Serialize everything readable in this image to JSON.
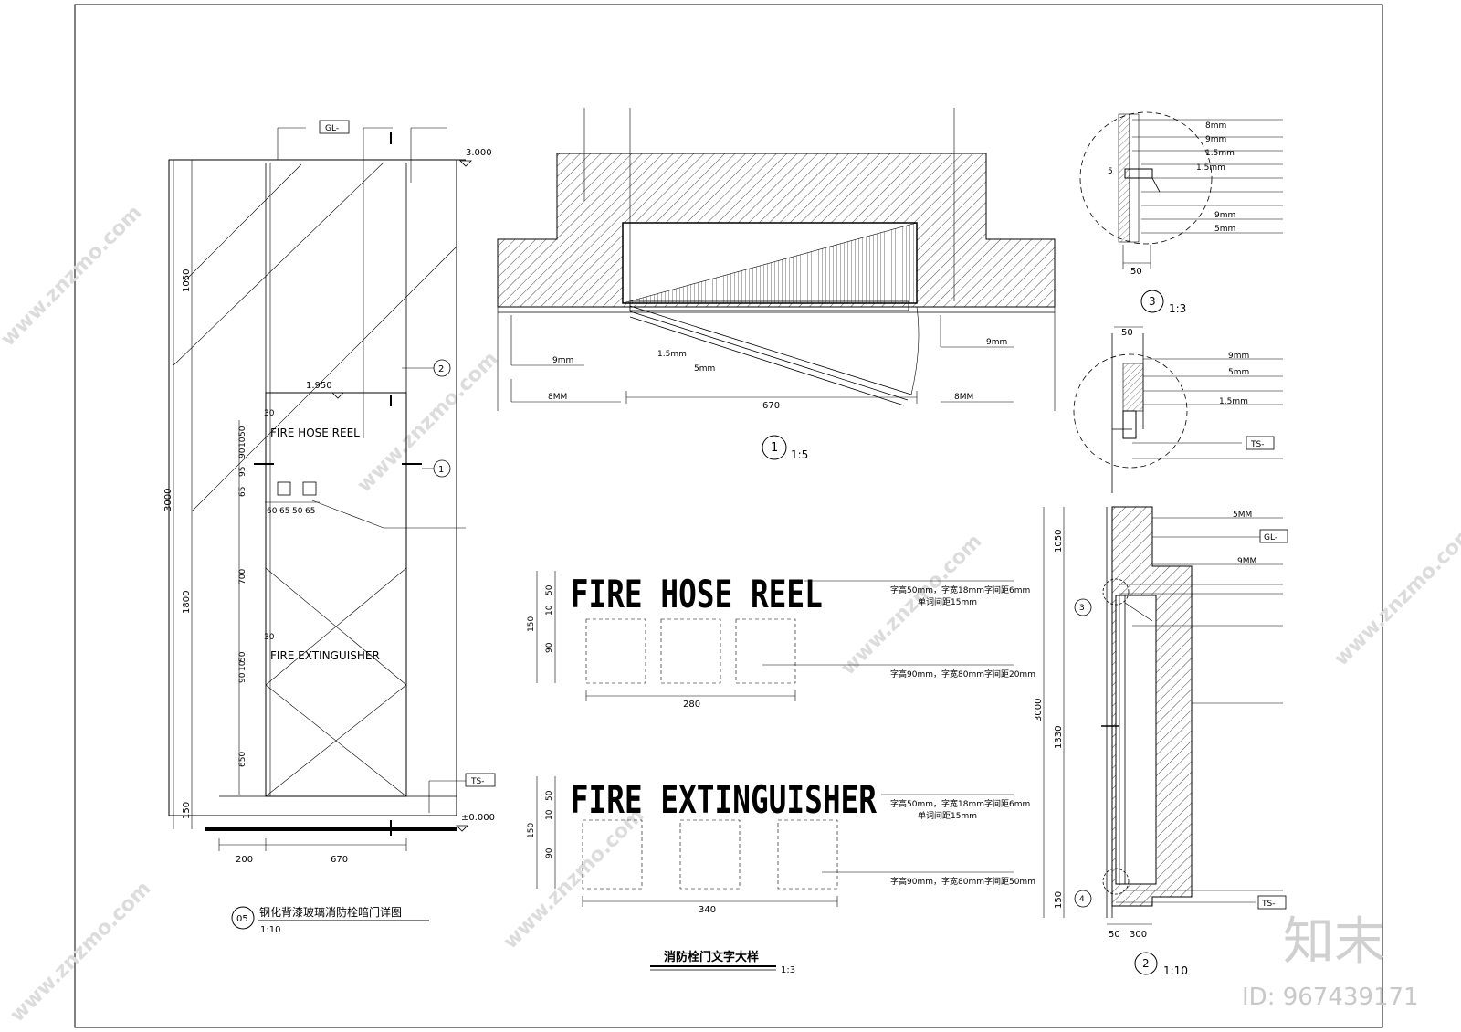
{
  "detail05": {
    "title": "钢化背漆玻璃消防栓暗门详图",
    "number": "05",
    "scale": "1:10",
    "text_fire_hose_reel": "FIRE HOSE REEL",
    "text_fire_extinguisher": "FIRE EXTINGUISHER",
    "elev_top": "3.000",
    "elev_mid": "1.950",
    "elev_floor": "±0.000",
    "tag_gl": "GL-",
    "tag_ts": "TS-",
    "callout_1": "1",
    "callout_2": "2",
    "callout_30a": "30",
    "callout_30b": "30",
    "dims_left_outer": [
      "1050",
      "3000",
      "1800",
      "150"
    ],
    "dims_left_inner": [
      "50",
      "10",
      "90",
      "95",
      "65",
      "700",
      "50",
      "10",
      "90",
      "650"
    ],
    "dims_holes": [
      "60",
      "65",
      "50",
      "65"
    ],
    "dims_bottom": [
      "200",
      "670"
    ]
  },
  "detail1": {
    "number": "1",
    "scale": "1:5",
    "dim_width": "670",
    "note_9mm_left": "9mm",
    "note_9mm_right": "9mm",
    "note_8mm_left": "8MM",
    "note_8mm_right": "8MM",
    "note_ss": "1.5mm",
    "note_gap": "5mm"
  },
  "detail3": {
    "number": "3",
    "scale": "1:3",
    "labels": [
      "8mm",
      "9mm",
      "1.5mm",
      "1.5mm",
      "9mm",
      "5mm"
    ],
    "dim_bottom": "50",
    "dim_side": "5"
  },
  "detail2": {
    "number": "2",
    "scale": "1:10",
    "labels_top": [
      "9mm",
      "5mm",
      "1.5mm"
    ],
    "tag_ts": "TS-",
    "tag_gl": "GL-",
    "tag_ts_bottom": "TS-",
    "label_5mm": "5MM",
    "label_9mm": "9MM",
    "dim_top": "50",
    "dims_vertical": [
      "1050",
      "3000",
      "1330",
      "150"
    ],
    "dims_bottom": [
      "50",
      "300"
    ],
    "callout_3": "3",
    "callout_4": "4"
  },
  "lettering": {
    "title": "消防栓门文字大样",
    "scale": "1:3",
    "hose_text": "FIRE HOSE REEL",
    "ext_text": "FIRE EXTINGUISHER",
    "hose_spec1": "字高50mm，字宽18mm字间距6mm",
    "hose_spec2": "单词间距15mm",
    "hose_spec3": "字高90mm，字宽80mm字间距20mm",
    "ext_spec1": "字高50mm，字宽18mm字间距6mm",
    "ext_spec2": "单词间距15mm",
    "ext_spec3": "字高90mm，字宽80mm字间距50mm",
    "dims_hose_v": [
      "50",
      "10",
      "150",
      "90"
    ],
    "dims_ext_v": [
      "50",
      "10",
      "150",
      "90"
    ],
    "dim_hose_w": "280",
    "dim_ext_w": "340"
  },
  "watermark": {
    "logo": "知末",
    "id": "ID: 967439171",
    "site": "www.znzmo.com"
  }
}
